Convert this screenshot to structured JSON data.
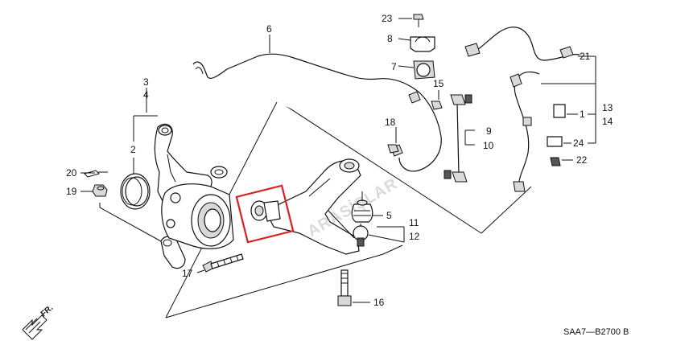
{
  "labels": {
    "p1": "1",
    "p2": "2",
    "p3": "3",
    "p4": "4",
    "p5": "5",
    "p6": "6",
    "p7": "7",
    "p8": "8",
    "p9": "9",
    "p10": "10",
    "p11": "11",
    "p12": "12",
    "p13": "13",
    "p14": "14",
    "p15": "15",
    "p16": "16",
    "p17": "17",
    "p18": "18",
    "p19": "19",
    "p20": "20",
    "p21": "21",
    "p22": "22",
    "p23": "23",
    "p24": "24"
  },
  "diagram_code": "SAA7—B2700 B",
  "front_marker": "FR.",
  "watermark": "ARASİŞLAR",
  "highlight_color": "#d92020"
}
